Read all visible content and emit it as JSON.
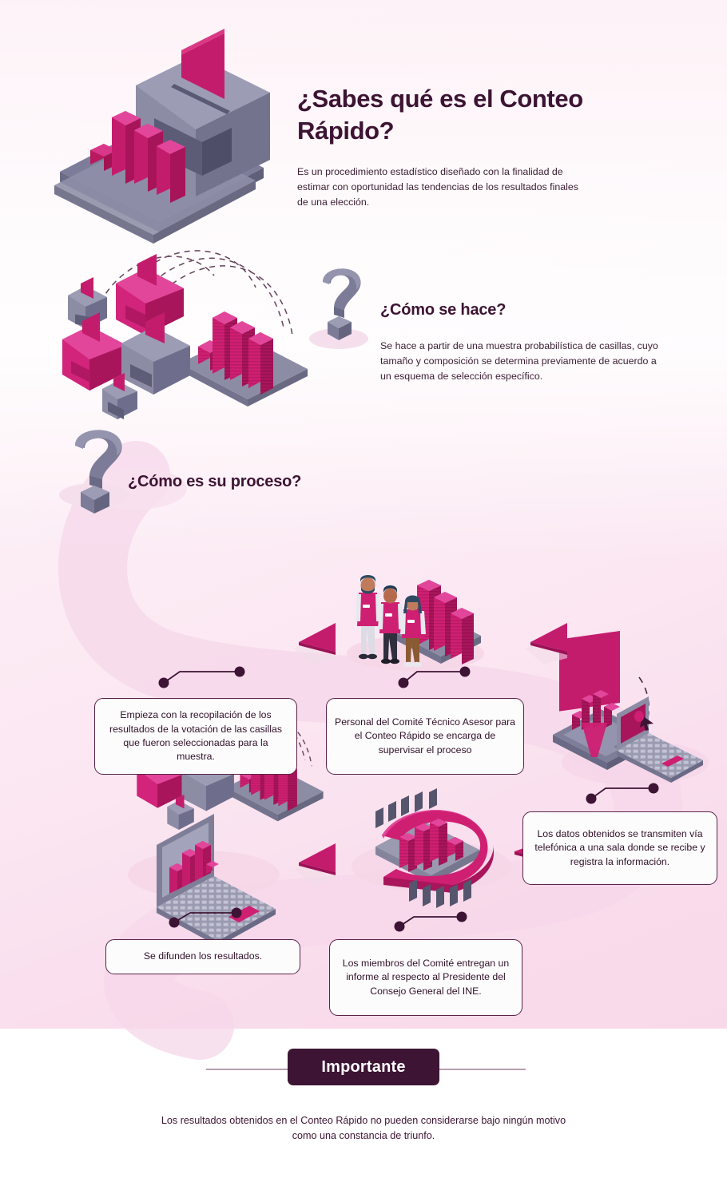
{
  "theme": {
    "magenta": "#cf1f72",
    "magenta_dark": "#a8155b",
    "magenta_light": "#e23a8a",
    "plum": "#3d1433",
    "plum_border": "#5a2348",
    "gray_blue": "#8b8ba3",
    "gray_blue_dark": "#6e6e8c",
    "gray_blue_light": "#a3a3bb",
    "bg_pink": "#fbe7f2",
    "bg_white": "#ffffff"
  },
  "header": {
    "title": "¿Sabes qué es el Conteo Rápido?",
    "paragraph": "Es un procedimiento estadístico diseñado con la finalidad de estimar con oportunidad las tendencias de los resultados finales de una elección.",
    "illustration": "ballot-box-bar-chart-isometric"
  },
  "section_how": {
    "heading": "¿Cómo se hace?",
    "paragraph": "Se hace a partir de una muestra probabilística de casillas, cuyo tamaño y composición se determina previamente de acuerdo a un esquema de selección específico.",
    "icon": "question-mark-3d",
    "illustration": "ballot-boxes-sampling-isometric"
  },
  "section_process": {
    "heading": "¿Cómo es su proceso?",
    "icon": "question-mark-3d",
    "steps": [
      {
        "id": 1,
        "text": "Empieza con la recopilación de los resultados de la votación de las casillas que fueron seleccionadas para la muestra.",
        "illustration": "ballot-boxes-sampling-isometric"
      },
      {
        "id": 2,
        "text": "Personal del Comité Técnico Asesor para el Conteo Rápido se encarga de supervisar el proceso",
        "illustration": "three-people-bar-chart-isometric"
      },
      {
        "id": 3,
        "text": "Los datos obtenidos se transmiten vía telefónica a una sala donde se recibe y registra la información.",
        "illustration": "tablet-laptop-transmission-isometric"
      },
      {
        "id": 4,
        "text": "Los miembros del Comité entregan un informe al respecto al Presidente del Consejo General del INE.",
        "illustration": "council-chamber-horseshoe-isometric"
      },
      {
        "id": 5,
        "text": "Se difunden los resultados.",
        "illustration": "laptop-bar-chart-isometric"
      }
    ],
    "arrows": [
      {
        "id": "arrow-1",
        "direction": "left",
        "shape": "triangle-isometric"
      },
      {
        "id": "arrow-2",
        "direction": "left",
        "shape": "triangle-isometric"
      },
      {
        "id": "arrow-3",
        "direction": "left",
        "shape": "triangle-isometric"
      }
    ]
  },
  "footer": {
    "badge_label": "Importante",
    "note": "Los resultados obtenidos en el Conteo Rápido no pueden considerarse bajo ningún motivo como una constancia de triunfo."
  }
}
